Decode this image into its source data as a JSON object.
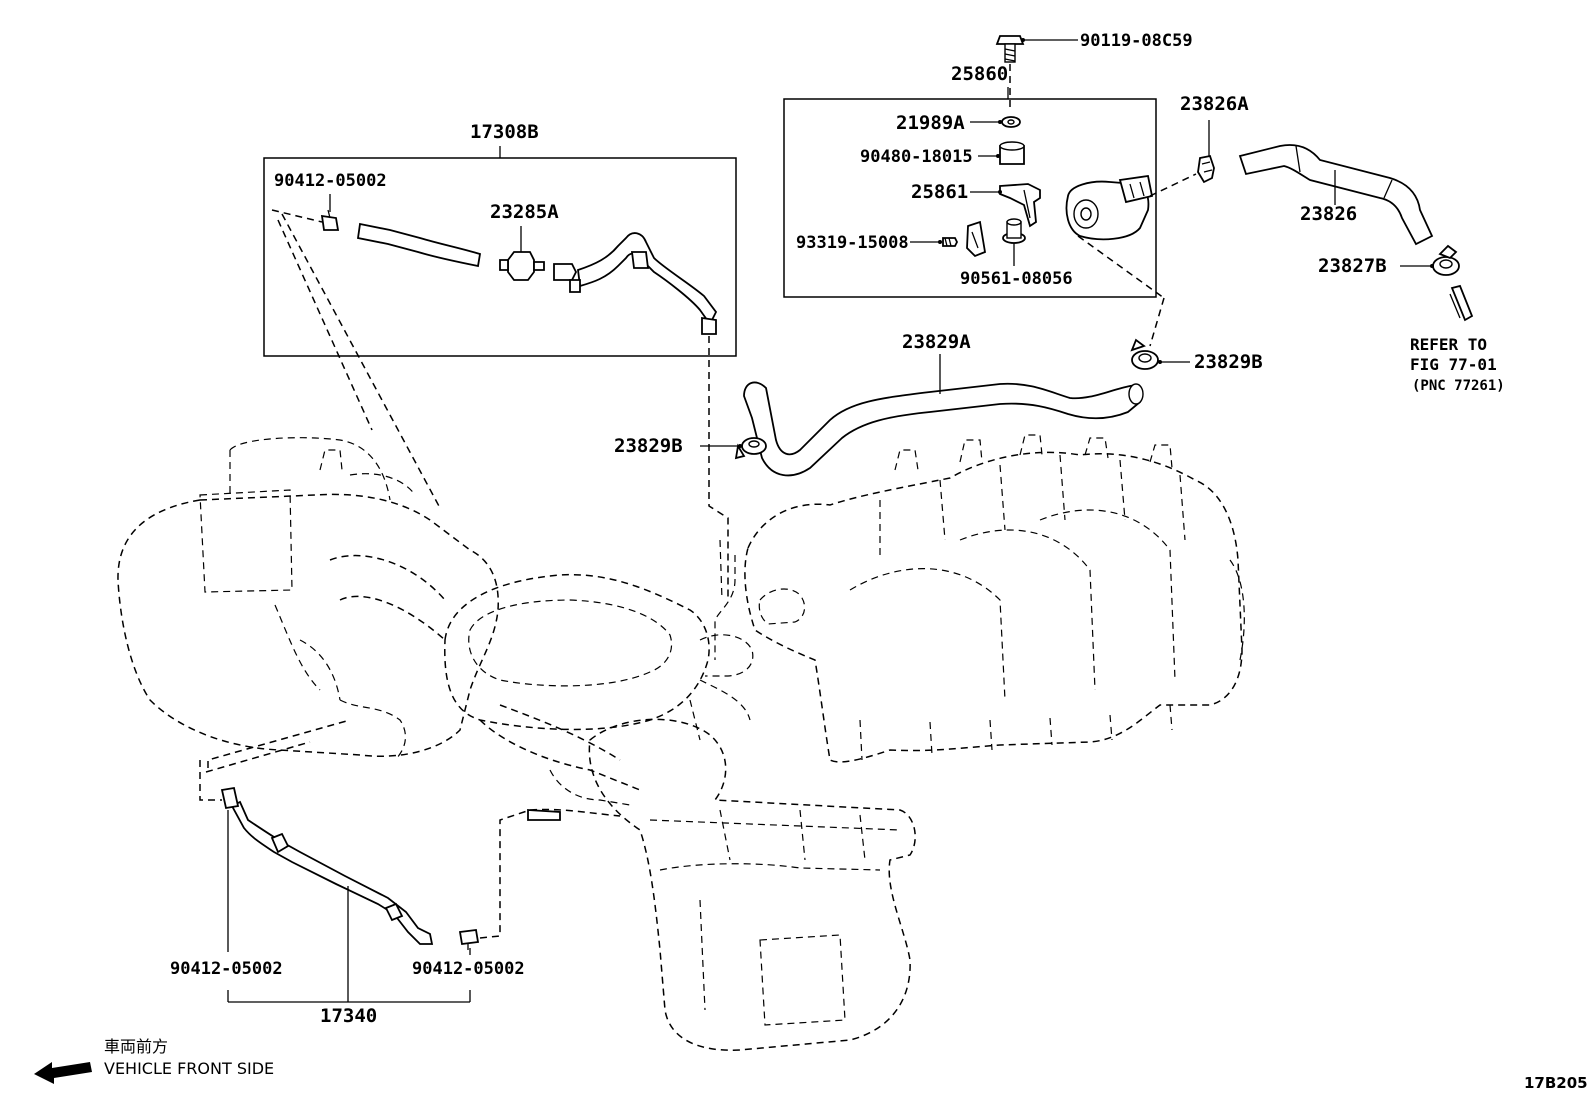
{
  "labels": {
    "p90119": "90119-08C59",
    "p25860": "25860",
    "p21989A": "21989A",
    "p90480": "90480-18015",
    "p25861": "25861",
    "p93319": "93319-15008",
    "p90561": "90561-08056",
    "p23826A": "23826A",
    "p23826": "23826",
    "p23827B": "23827B",
    "p17308B": "17308B",
    "p90412_top": "90412-05002",
    "p23285A": "23285A",
    "p23829A": "23829A",
    "p23829B_right": "23829B",
    "p23829B_left": "23829B",
    "p90412_bl": "90412-05002",
    "p90412_br": "90412-05002",
    "p17340": "17340"
  },
  "refer": {
    "line1": "REFER TO",
    "line2": "FIG 77-01",
    "line3": "(PNC 77261)"
  },
  "direction": {
    "jp": "車両前方",
    "en": "VEHICLE FRONT SIDE"
  },
  "figure_id": "17B205"
}
